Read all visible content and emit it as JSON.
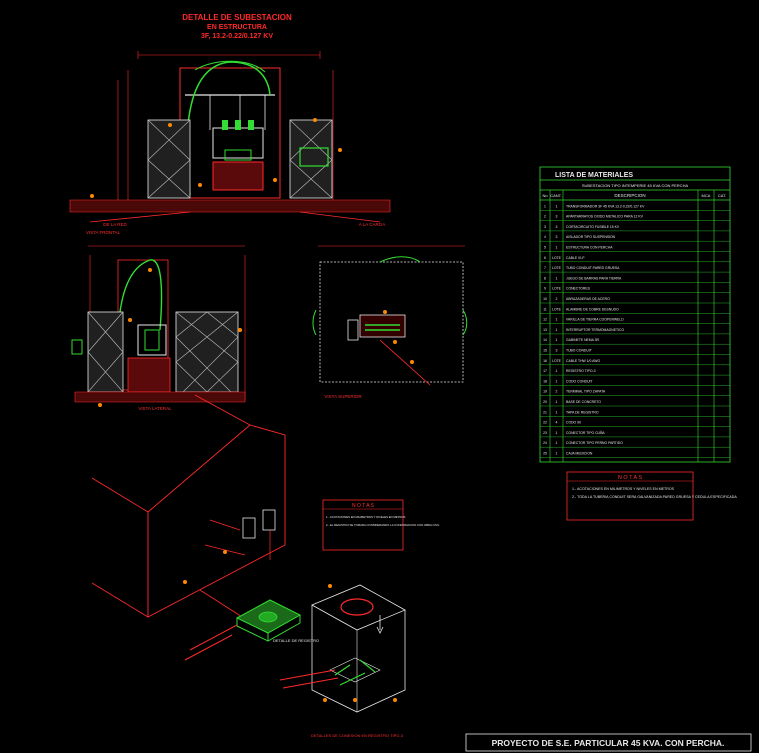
{
  "title": {
    "line1": "DETALLE DE SUBESTACION",
    "line2": "EN ESTRUCTURA",
    "line3": "3F, 13.2-0.22/0.127 KV"
  },
  "labels": {
    "vista_frontal": "VISTA FRONTAL",
    "vista_lateral": "VISTA LATERAL",
    "vista_superior": "VISTA SUPERIOR",
    "a_la_red": "DE LA RED",
    "a_la_carga": "A LA CARGA",
    "detalle_conexion": "DETALLES DE CONEXION EN REGISTRO TIPO-3",
    "detalle_iso_note": "DETALLE DE REGISTRO"
  },
  "materials": {
    "title": "LISTA DE MATERIALES",
    "subtitle": "SUBESTACION TIPO INTEMPERIE 45 KVA CON PERCHA",
    "headers": [
      "No",
      "CANT.",
      "DESCRIPCION",
      "MCA",
      "CAT."
    ],
    "rows": [
      {
        "no": "1",
        "qty": "1",
        "desc": "TRANSFORMADOR 3F 45 KVA 13.2-0.22/0.127 KV"
      },
      {
        "no": "2",
        "qty": "3",
        "desc": "APARTARRAYOS OXIDO METALICO PARA 12 KV"
      },
      {
        "no": "3",
        "qty": "3",
        "desc": "CORTACIRCUITO FUSIBLE 15 KV"
      },
      {
        "no": "4",
        "qty": "3",
        "desc": "AISLADOR TIPO SUSPENSION"
      },
      {
        "no": "5",
        "qty": "1",
        "desc": "ESTRUCTURA CON PERCHA"
      },
      {
        "no": "6",
        "qty": "LOTE",
        "desc": "CABLE XLP"
      },
      {
        "no": "7",
        "qty": "LOTE",
        "desc": "TUBO CONDUIT PARED GRUESA"
      },
      {
        "no": "8",
        "qty": "1",
        "desc": "JUEGO DE BARRAS PARA TIERRA"
      },
      {
        "no": "9",
        "qty": "LOTE",
        "desc": "CONECTORES"
      },
      {
        "no": "10",
        "qty": "2",
        "desc": "ABRAZADERAS DE ACERO"
      },
      {
        "no": "11",
        "qty": "LOTE",
        "desc": "ALAMBRE DE COBRE DESNUDO"
      },
      {
        "no": "12",
        "qty": "1",
        "desc": "VARILLA DE TIERRA COOPERWELD"
      },
      {
        "no": "13",
        "qty": "1",
        "desc": "INTERRUPTOR TERMOMAGNETICO"
      },
      {
        "no": "14",
        "qty": "1",
        "desc": "GABINETE NEMA 3R"
      },
      {
        "no": "15",
        "qty": "3",
        "desc": "TUBO CONDUIT"
      },
      {
        "no": "16",
        "qty": "LOTE",
        "desc": "CABLE THW 1/0 AWG"
      },
      {
        "no": "17",
        "qty": "1",
        "desc": "REGISTRO TIPO-3"
      },
      {
        "no": "18",
        "qty": "1",
        "desc": "CODO CONDUIT"
      },
      {
        "no": "19",
        "qty": "2",
        "desc": "TERMINAL TIPO ZAPATA"
      },
      {
        "no": "20",
        "qty": "1",
        "desc": "BASE DE CONCRETO"
      },
      {
        "no": "21",
        "qty": "1",
        "desc": "TAPA DE REGISTRO"
      },
      {
        "no": "22",
        "qty": "4",
        "desc": "CODO 90"
      },
      {
        "no": "23",
        "qty": "1",
        "desc": "CONECTOR TIPO CUÑA"
      },
      {
        "no": "24",
        "qty": "1",
        "desc": "CONECTOR TIPO PERNO PARTIDO"
      },
      {
        "no": "25",
        "qty": "1",
        "desc": "CAJA MEDICION"
      }
    ]
  },
  "notes_right": {
    "title": "N O T A S",
    "items": [
      "1.- ACOTACIONES EN MILIMETROS Y NIVELES EN METROS",
      "2.- TODA LA TUBERIA CONDUIT SERA GALVANIZADA PARED GRUESA Y CEDULA ESPECIFICADA"
    ]
  },
  "notes_iso": {
    "title": "N O T A S",
    "items": [
      "1.- ACOTACIONES EN MILIMETROS Y NIVELES EN METROS",
      "2.- EL REGISTRO SE TOMARA CONSIDERANDO LA COORDINACION CON OBRA CIVIL"
    ]
  },
  "footer": {
    "title": "PROYECTO DE S.E. PARTICULAR 45 KVA. CON PERCHA."
  },
  "colors": {
    "background": "#000000",
    "red": "#ff2a2a",
    "green": "#33dd33",
    "orange": "#ff8800",
    "white": "#e8e8e8"
  }
}
